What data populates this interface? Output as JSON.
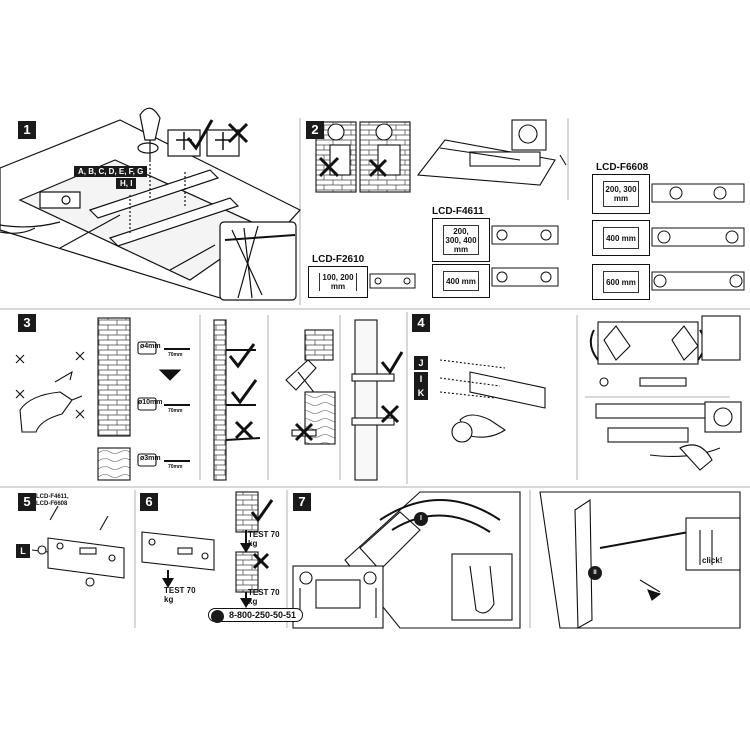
{
  "steps": {
    "s1": "1",
    "s2": "2",
    "s3": "3",
    "s4": "4",
    "s5": "5",
    "s6": "6",
    "s7": "7"
  },
  "step1": {
    "screws_main": "A, B, C, D, E, F, G",
    "screws_alt": "H, I"
  },
  "step2": {
    "model_f2610": "LCD-F2610",
    "model_f4611": "LCD-F4611",
    "model_f6608": "LCD-F6608",
    "vesa_f2610": "100, 200 mm",
    "vesa_f4611_a": "200, 300, 400 mm",
    "vesa_f4611_b": "400 mm",
    "vesa_f6608_a": "200, 300 mm",
    "vesa_f6608_b": "400 mm",
    "vesa_f6608_c": "600 mm"
  },
  "step3": {
    "drill_a": "ø4mm",
    "drill_b": "ø10mm",
    "drill_c": "ø3mm",
    "depth_a": "70mm",
    "depth_b": "70mm",
    "depth_c": "70mm"
  },
  "step4": {
    "part_j": "J",
    "part_i": "I",
    "part_k": "K"
  },
  "step5": {
    "models": "LCD-F4611, LCD-F6608",
    "part_l": "L"
  },
  "step6": {
    "test1": "TEST 70 kg",
    "test2": "TEST 70 kg",
    "test3": "TEST 70 kg",
    "phone": "8-800-250-50-51"
  },
  "step7": {
    "click": "click!",
    "marker_i": "I",
    "marker_ii": "II"
  },
  "colors": {
    "ink": "#111111",
    "label_bg": "#1a1a1a",
    "divider": "#b0b0b0"
  }
}
